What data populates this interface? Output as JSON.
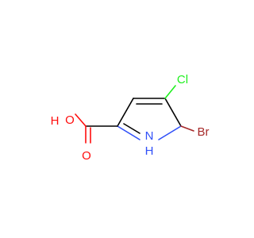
{
  "molecule": {
    "labels": {
      "cl": "Cl",
      "br": "Br",
      "nh": "N",
      "nh_h": "H",
      "o_h": "H",
      "o_oh": "O",
      "o_carbonyl": "O"
    },
    "colors": {
      "carbon_bond": "#000000",
      "oxygen": "#ff0d0d",
      "nitrogen": "#3050f8",
      "chlorine": "#1ff01f",
      "bromine": "#a62929"
    }
  }
}
